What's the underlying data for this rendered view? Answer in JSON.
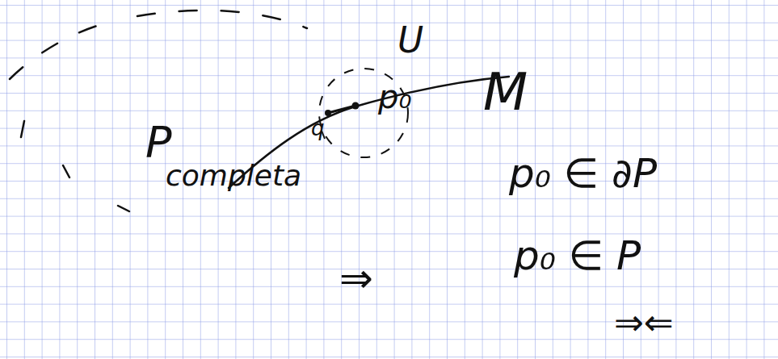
{
  "diagram": {
    "labels": [
      "U",
      "p₀",
      "q",
      "M",
      "P",
      "completa",
      "p₀ ∈ ∂P",
      "⇒",
      "p₀ ∈ P",
      "⇒⇐"
    ]
  }
}
